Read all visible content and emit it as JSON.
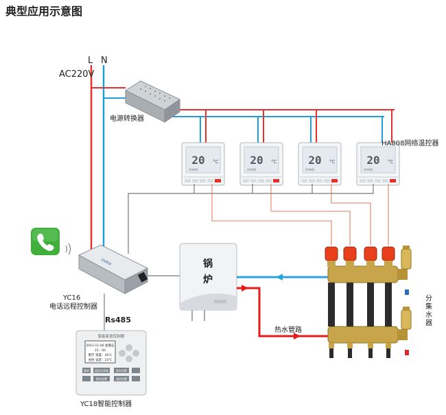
{
  "title": "典型应用示意图",
  "power": {
    "line_l": "L",
    "line_n": "N",
    "voltage": "AC220V"
  },
  "psu_label": "电源转换器",
  "thermostat": {
    "label": "HA808网络温控器",
    "display_value": "20",
    "unit": "°C",
    "brand": "ZHAKE",
    "count": 4
  },
  "remote": {
    "model": "YC16",
    "desc": "电话远程控制器",
    "brand": "HeKa"
  },
  "bus": "Rs485",
  "boiler": {
    "char1": "锅",
    "char2": "炉"
  },
  "pipe_label": "热水管路",
  "manifold_label": [
    "分",
    "集",
    "水",
    "器"
  ],
  "yc18": {
    "label": "YC18智能控制器",
    "screen_lines": [
      "2013-11-06 星期五",
      "21：00",
      "客厅 温度：20℃",
      "主卧 设定：23℃"
    ],
    "buttons": [
      "菜单",
      "返回主界面",
      "模式设置",
      "定时设置",
      "温控设置"
    ],
    "header": "智能家居控制器"
  },
  "colors": {
    "live": "#e8302a",
    "neutral": "#1e9fd9",
    "signal": "#e8957a",
    "bus_gray": "#777777",
    "hot_pipe": "#e31b1b",
    "return_pipe": "#29a3e0",
    "valve_head": "#e8401c",
    "brass": "#c8a44a",
    "phone_green": "#3fae3a"
  }
}
